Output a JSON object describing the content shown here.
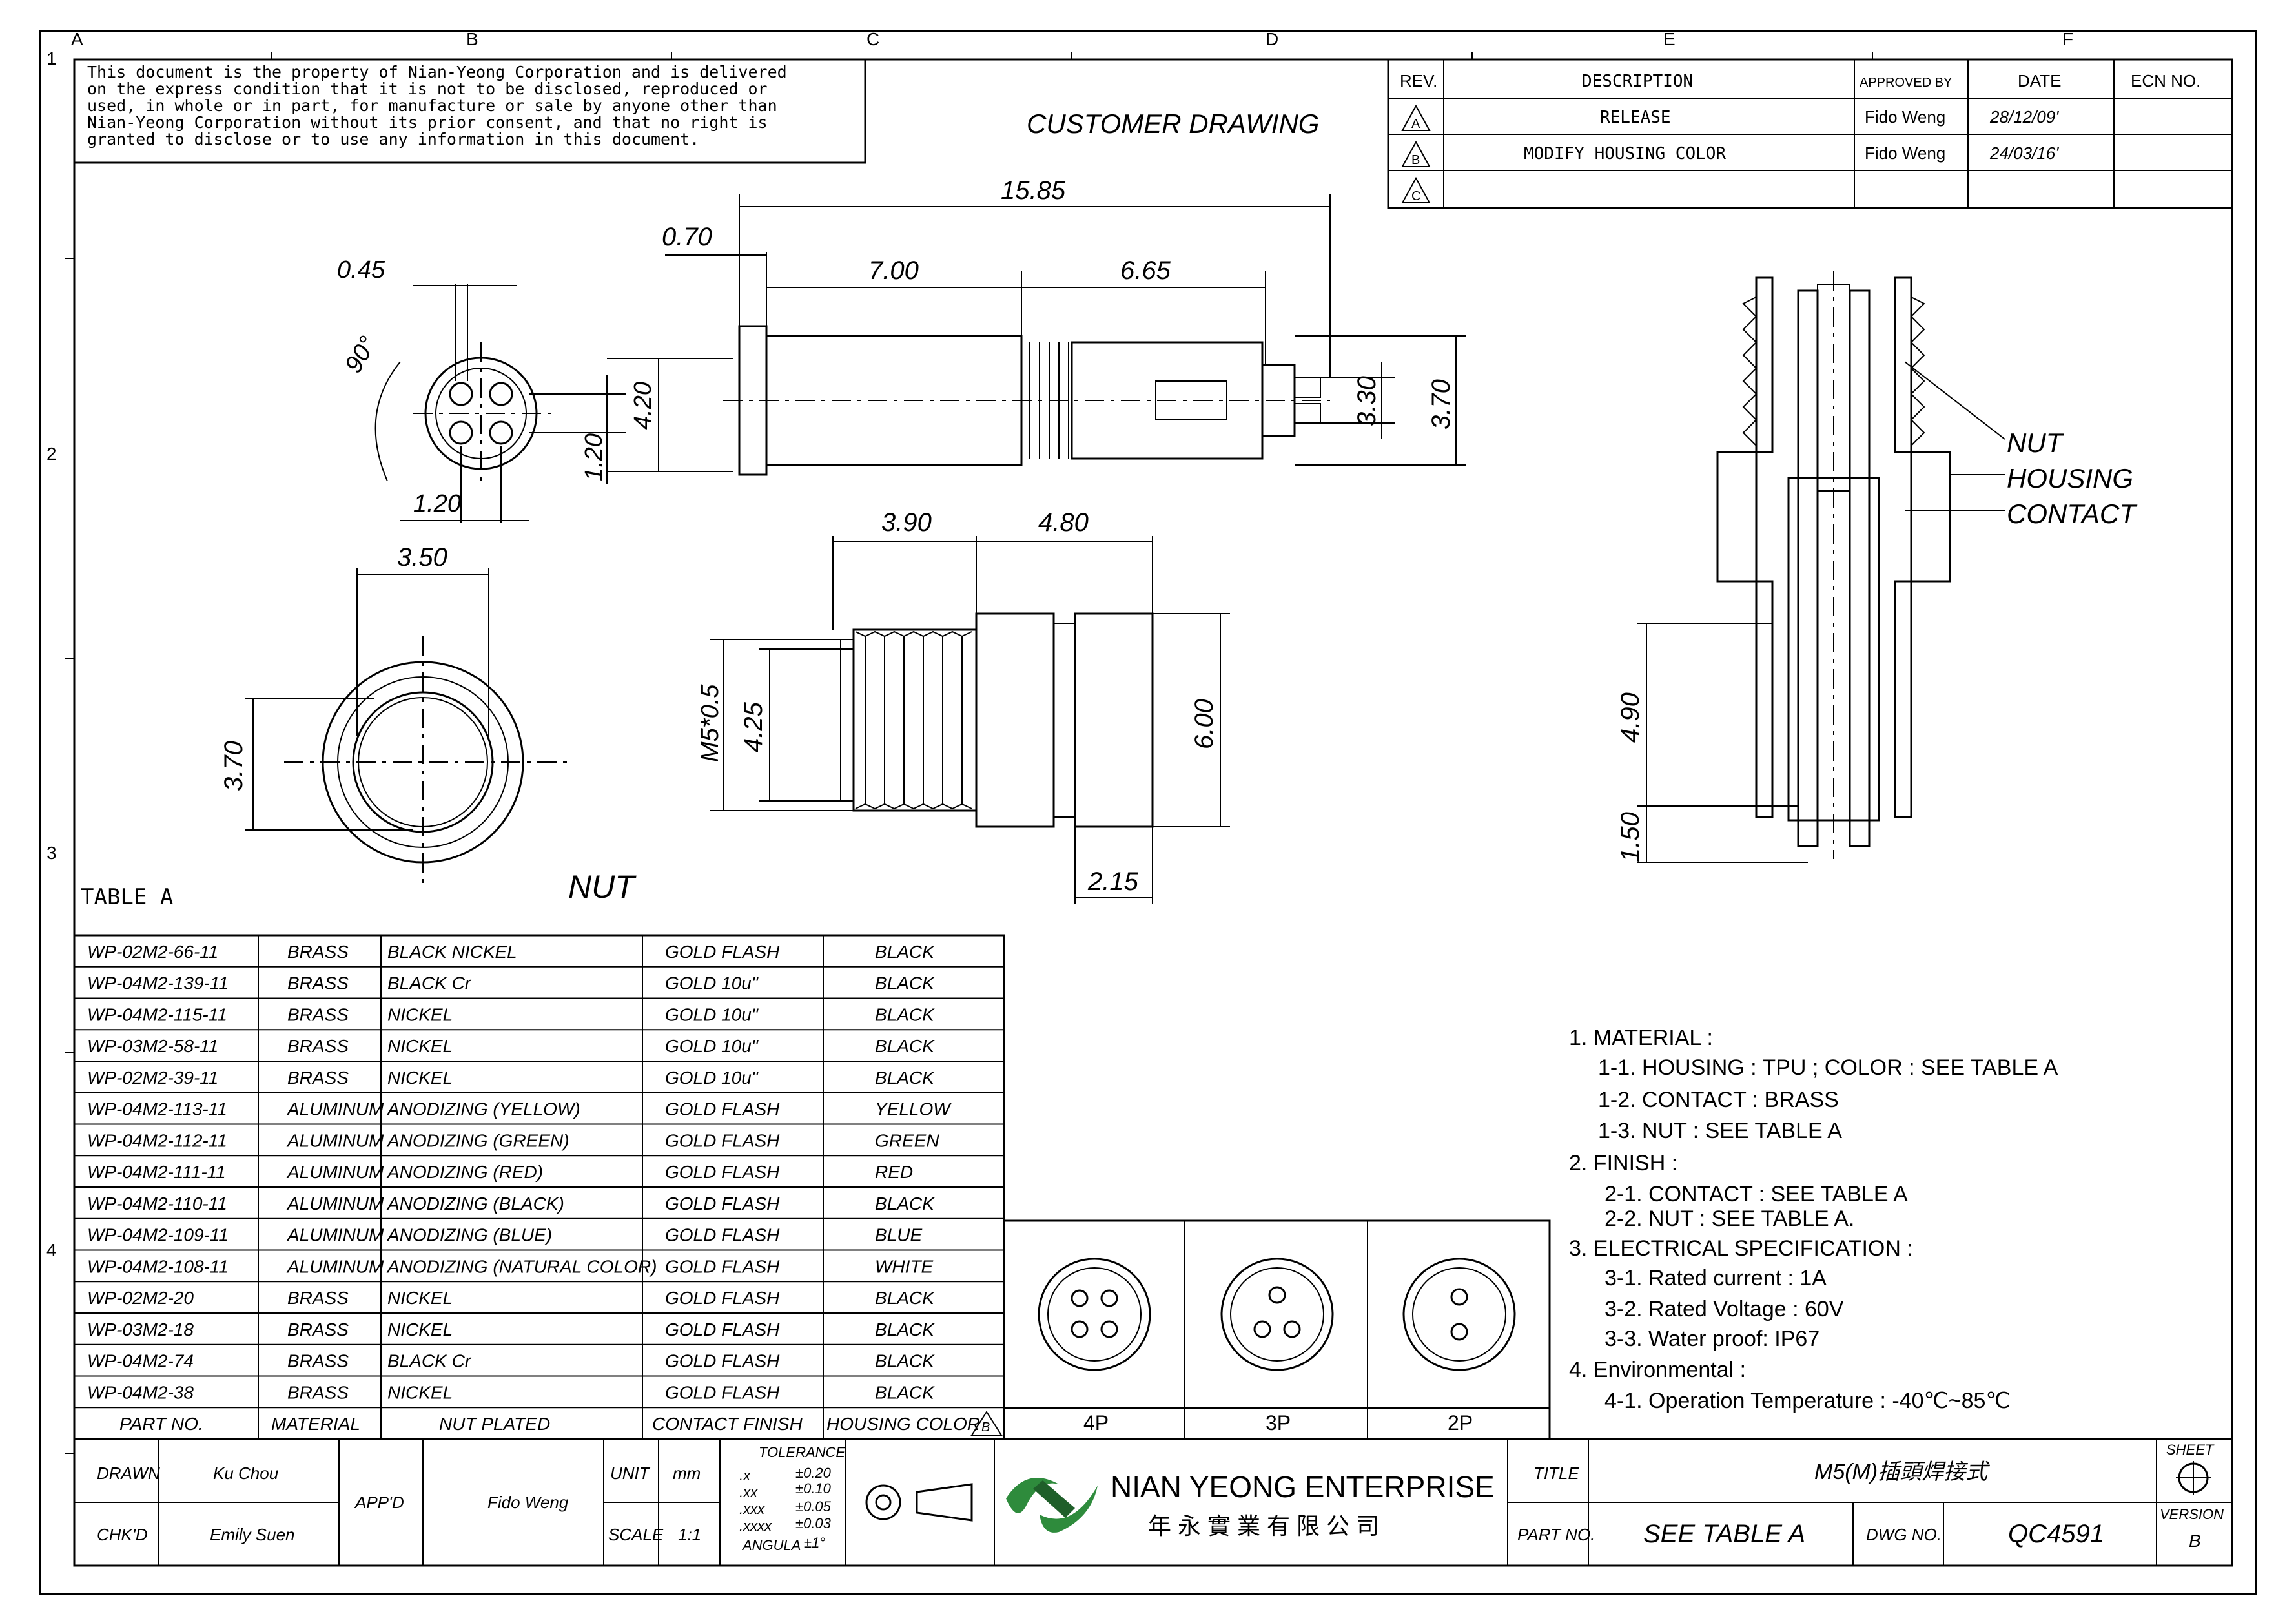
{
  "frame": {
    "column_letters": [
      "A",
      "B",
      "C",
      "D",
      "E",
      "F"
    ],
    "row_numbers": [
      "1",
      "2",
      "3",
      "4"
    ]
  },
  "notice": [
    "This document is the property of Nian-Yeong Corporation and is delivered",
    "on the express condition that it is not to be disclosed, reproduced or",
    "used, in whole or in part, for manufacture or sale by anyone other than",
    "Nian-Yeong Corporation without its prior consent, and that no right is",
    "granted to disclose or to use any information in this document."
  ],
  "drawing_title": "CUSTOMER DRAWING",
  "revision_table": {
    "headers": [
      "REV.",
      "DESCRIPTION",
      "APPROVED BY",
      "DATE",
      "ECN NO."
    ],
    "rows": [
      {
        "rev": "A",
        "description": "RELEASE",
        "approved": "Fido Weng",
        "date": "28/12/09'",
        "ecn": ""
      },
      {
        "rev": "B",
        "description": "MODIFY HOUSING COLOR",
        "approved": "Fido Weng",
        "date": "24/03/16'",
        "ecn": ""
      },
      {
        "rev": "C",
        "description": "",
        "approved": "",
        "date": "",
        "ecn": ""
      }
    ]
  },
  "dimensions": {
    "front_face": {
      "d045": "0.45",
      "angle": "90°",
      "d120v": "1.20",
      "d120h": "1.20",
      "d420": "4.20"
    },
    "side": {
      "overall": "15.85",
      "flange": "0.70",
      "a": "7.00",
      "b": "6.65",
      "d330": "3.30",
      "d370": "3.70"
    },
    "nut_view": {
      "d350": "3.50",
      "d370": "3.70",
      "label": "NUT"
    },
    "nut_side": {
      "d390": "3.90",
      "d480": "4.80",
      "thread": "M5*0.5",
      "d425": "4.25",
      "d600": "6.00",
      "d215": "2.15"
    },
    "section": {
      "d490": "4.90",
      "d150": "1.50",
      "callouts": [
        "NUT",
        "HOUSING",
        "CONTACT"
      ]
    }
  },
  "table_a": {
    "title": "TABLE A",
    "headers": [
      "PART NO.",
      "MATERIAL",
      "NUT PLATED",
      "CONTACT FINISH",
      "HOUSING COLOR"
    ],
    "header_rev_mark": "B",
    "rows": [
      [
        "WP-02M2-66-11",
        "BRASS",
        "BLACK NICKEL",
        "GOLD FLASH",
        "BLACK"
      ],
      [
        "WP-04M2-139-11",
        "BRASS",
        "BLACK Cr",
        "GOLD 10u\"",
        "BLACK"
      ],
      [
        "WP-04M2-115-11",
        "BRASS",
        "NICKEL",
        "GOLD 10u\"",
        "BLACK"
      ],
      [
        "WP-03M2-58-11",
        "BRASS",
        "NICKEL",
        "GOLD 10u\"",
        "BLACK"
      ],
      [
        "WP-02M2-39-11",
        "BRASS",
        "NICKEL",
        "GOLD 10u\"",
        "BLACK"
      ],
      [
        "WP-04M2-113-11",
        "ALUMINUM",
        "ANODIZING (YELLOW)",
        "GOLD FLASH",
        "YELLOW"
      ],
      [
        "WP-04M2-112-11",
        "ALUMINUM",
        "ANODIZING (GREEN)",
        "GOLD FLASH",
        "GREEN"
      ],
      [
        "WP-04M2-111-11",
        "ALUMINUM",
        "ANODIZING (RED)",
        "GOLD FLASH",
        "RED"
      ],
      [
        "WP-04M2-110-11",
        "ALUMINUM",
        "ANODIZING (BLACK)",
        "GOLD FLASH",
        "BLACK"
      ],
      [
        "WP-04M2-109-11",
        "ALUMINUM",
        "ANODIZING (BLUE)",
        "GOLD FLASH",
        "BLUE"
      ],
      [
        "WP-04M2-108-11",
        "ALUMINUM",
        "ANODIZING (NATURAL COLOR)",
        "GOLD FLASH",
        "WHITE"
      ],
      [
        "WP-02M2-20",
        "BRASS",
        "NICKEL",
        "GOLD FLASH",
        "BLACK"
      ],
      [
        "WP-03M2-18",
        "BRASS",
        "NICKEL",
        "GOLD FLASH",
        "BLACK"
      ],
      [
        "WP-04M2-74",
        "BRASS",
        "BLACK Cr",
        "GOLD FLASH",
        "BLACK"
      ],
      [
        "WP-04M2-38",
        "BRASS",
        "NICKEL",
        "GOLD FLASH",
        "BLACK"
      ]
    ]
  },
  "pin_layouts": [
    "4P",
    "3P",
    "2P"
  ],
  "notes": [
    "1. MATERIAL :",
    "1-1. HOUSING : TPU ; COLOR : SEE TABLE A",
    "1-2. CONTACT : BRASS",
    "1-3. NUT : SEE TABLE A",
    "2. FINISH :",
    "2-1. CONTACT : SEE TABLE A",
    "2-2. NUT : SEE TABLE A.",
    "3. ELECTRICAL SPECIFICATION :",
    "3-1. Rated current : 1A",
    "3-2. Rated Voltage : 60V",
    "3-3. Water proof: IP67",
    "4. Environmental :",
    "4-1. Operation Temperature : -40℃~85℃"
  ],
  "title_block": {
    "drawn_label": "DRAWN",
    "drawn": "Ku Chou",
    "chkd_label": "CHK'D",
    "chkd": "Emily Suen",
    "appd_label": "APP'D",
    "appd": "Fido Weng",
    "unit_label": "UNIT",
    "unit": "mm",
    "scale_label": "SCALE",
    "scale": "1:1",
    "tolerance_title": "TOLERANCE",
    "tolerance": [
      [
        ".x",
        "±0.20"
      ],
      [
        ".xx",
        "±0.10"
      ],
      [
        ".xxx",
        "±0.05"
      ],
      [
        ".xxxx",
        "±0.03"
      ],
      [
        "ANGULA",
        "±1°"
      ]
    ],
    "company": "NIAN YEONG ENTERPRISE",
    "company_cn": "年 永 實 業 有 限 公 司",
    "title_label": "TITLE",
    "title": "M5(M)插頭焊接式",
    "partno_label": "PART NO.",
    "partno": "SEE TABLE A",
    "dwgno_label": "DWG NO.",
    "dwgno": "QC4591",
    "sheet_label": "SHEET",
    "version_label": "VERSION",
    "version": "B"
  },
  "colors": {
    "line": "#000000",
    "logo_green": "#2e8b3c"
  }
}
